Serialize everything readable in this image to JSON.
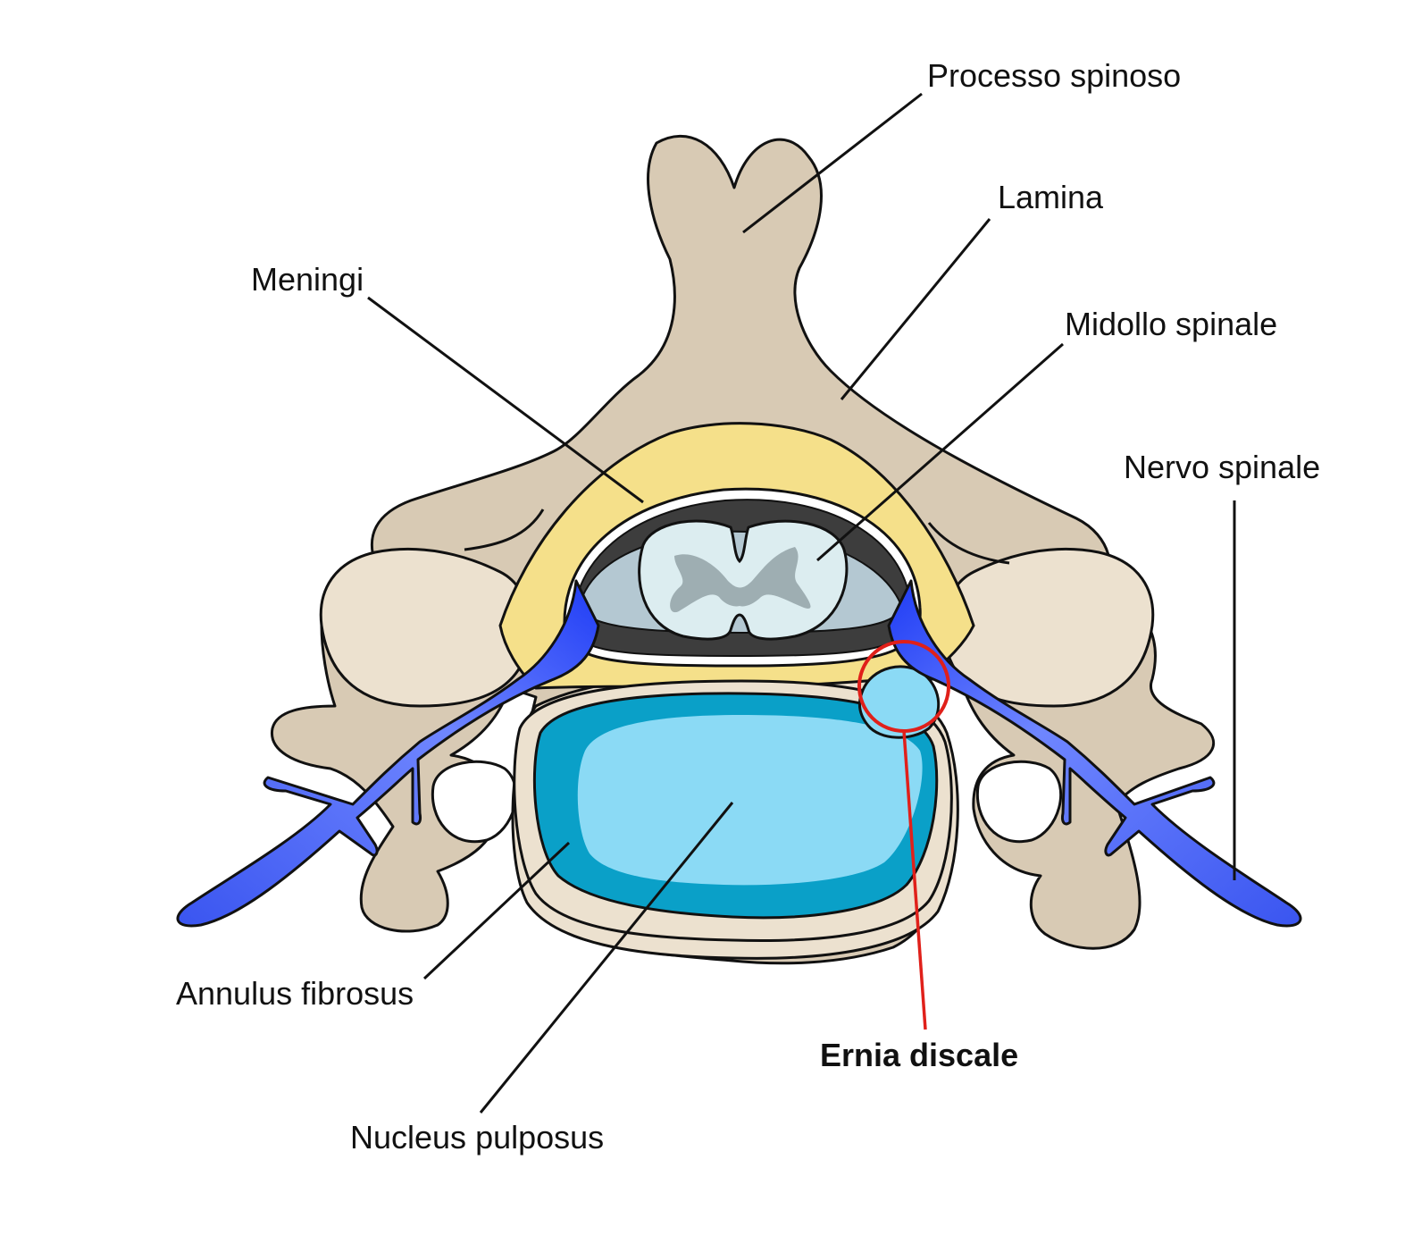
{
  "labels": {
    "processo_spinoso": "Processo spinoso",
    "lamina": "Lamina",
    "meningi": "Meningi",
    "midollo_spinale": "Midollo spinale",
    "nervo_spinale": "Nervo spinale",
    "annulus_fibrosus": "Annulus fibrosus",
    "nucleus_pulposus": "Nucleus pulposus",
    "ernia_discale": "Ernia discale"
  },
  "colors": {
    "bone": "#d8cab4",
    "bone_light": "#ece1cf",
    "epidural_fat": "#f5e08a",
    "csf_dark": "#3d3d3d",
    "meninges_blue": "#b4c8d2",
    "cord_white": "#dcedf0",
    "cord_grey": "#9eaeb2",
    "nerve_blue": "#3b5cff",
    "disc_nucleus_dark": "#0aa0c8",
    "disc_nucleus_light": "#8bdaf5",
    "herniation_highlight": "#e0201a"
  }
}
